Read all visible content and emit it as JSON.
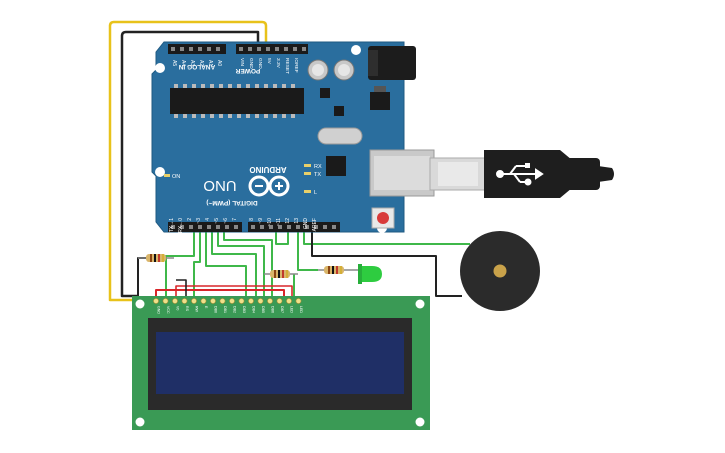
{
  "board": {
    "brand": "ARDUINO",
    "model": "UNO",
    "power_header_label": "POWER",
    "analog_header_label": "ANALOG IN",
    "digital_header_label": "DIGITAL (PWM~)",
    "on_led_label": "ON",
    "led_l_label": "L",
    "tx_label": "TX",
    "rx_label": "RX",
    "analog_pins": [
      "A5",
      "A4",
      "A3",
      "A2",
      "A1",
      "A0"
    ],
    "power_pins": [
      "VIN",
      "GND",
      "GND",
      "5V",
      "3.3V",
      "RESET",
      "IOREF"
    ],
    "digital_pins": [
      "TX→1",
      "RX←0",
      "2",
      "~3",
      "4",
      "~5",
      "~6",
      "7",
      "8",
      "~9",
      "~10",
      "~11",
      "12",
      "13",
      "GND",
      "AREF"
    ]
  },
  "lcd": {
    "pins": [
      "GND",
      "VCC",
      "V0",
      "RS",
      "RW",
      "E",
      "DB0",
      "DB1",
      "DB2",
      "DB3",
      "DB4",
      "DB5",
      "DB6",
      "DB7",
      "LED",
      "LED"
    ]
  },
  "colors": {
    "board": "#2a6e9e",
    "lcd_pcb": "#3a9a55",
    "lcd_screen": "#1f2f66",
    "wire_green": "#3fb84a",
    "wire_black": "#222222",
    "wire_red": "#d8262a",
    "wire_yellow": "#e8c21a",
    "led": "#2ecc40",
    "buzzer": "#2b2b2b"
  },
  "icons": [
    "usb-icon",
    "arduino-infinity-logo-icon"
  ]
}
